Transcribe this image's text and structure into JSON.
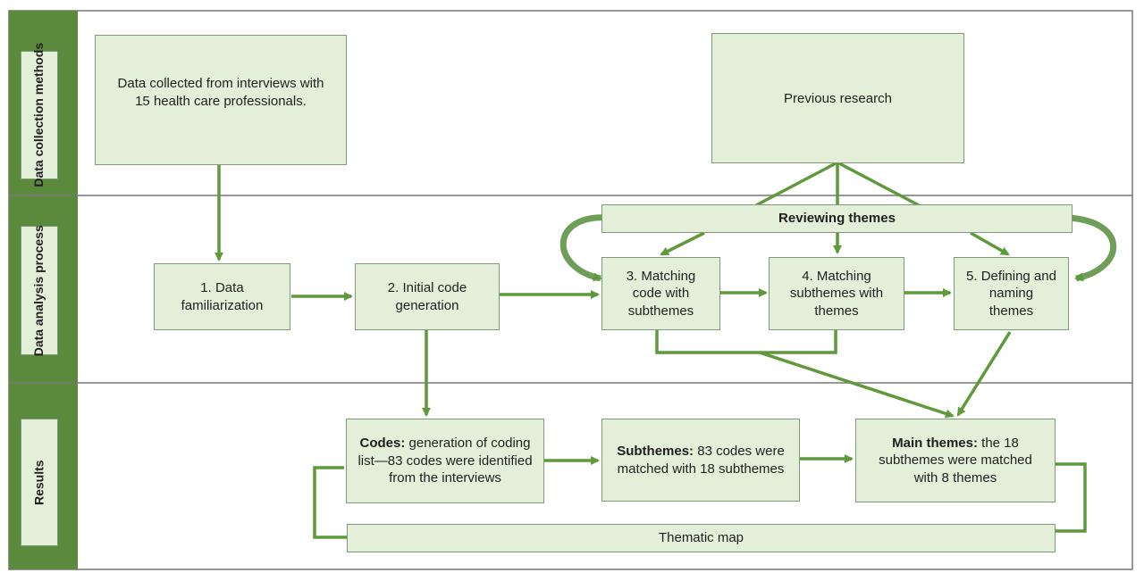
{
  "lanes": {
    "collection": "Data collection\nmethods",
    "analysis": "Data analysis\nprocess",
    "results": "Results"
  },
  "boxes": {
    "interviews": "Data collected from interviews with\n15 health care professionals.",
    "previous_research": "Previous research",
    "reviewing": "Reviewing themes",
    "familiarization": "1. Data\nfamiliarization",
    "initial_code": "2. Initial code\ngeneration",
    "matching_code": "3. Matching\ncode with\nsubthemes",
    "matching_subthemes": "4. Matching\nsubthemes with\nthemes",
    "defining": "5. Defining and\nnaming\nthemes",
    "codes_bold": "Codes:",
    "codes_text": " generation of coding list—83 codes were identified from the interviews",
    "subthemes_bold": "Subthemes:",
    "subthemes_text": " 83 codes were matched with 18 subthemes",
    "main_bold": "Main themes:",
    "main_text": " the 18 subthemes were matched with 8 themes",
    "thematic_map": "Thematic map"
  },
  "colors": {
    "lane_bar": "#5b8a3c",
    "box_fill": "#e3efd9",
    "arrow": "#5f9a3a"
  }
}
